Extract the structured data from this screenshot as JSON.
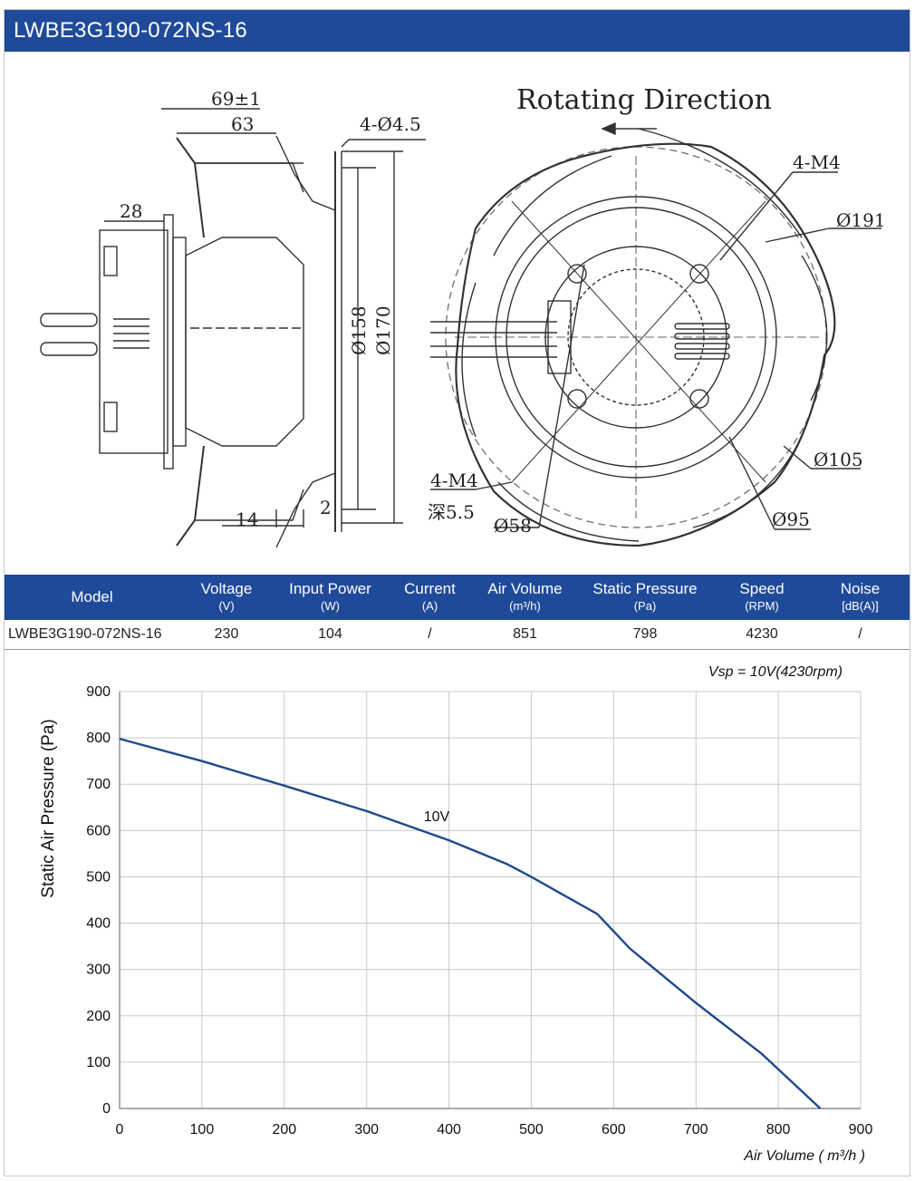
{
  "header": {
    "title": "LWBE3G190-072NS-16"
  },
  "drawing": {
    "rotating_label": "Rotating Direction",
    "side_dims": {
      "overall_length": "69±1",
      "length": "63",
      "holes": "4-Ø4.5",
      "connector_depth": "28",
      "dia_inner": "Ø158",
      "dia_outer": "Ø170",
      "offset_14": "14",
      "offset_2": "2"
    },
    "front_dims": {
      "thread_top": "4-M4",
      "dia_191": "Ø191",
      "dia_105": "Ø105",
      "dia_95": "Ø95",
      "dia_58": "Ø58",
      "thread_bottom": "4-M4",
      "depth": "深5.5"
    }
  },
  "spec_table": {
    "columns": [
      {
        "label": "Model",
        "unit": ""
      },
      {
        "label": "Voltage",
        "unit": "(V)"
      },
      {
        "label": "Input Power",
        "unit": "(W)"
      },
      {
        "label": "Current",
        "unit": "(A)"
      },
      {
        "label": "Air Volume",
        "unit": "(m³/h)"
      },
      {
        "label": "Static Pressure",
        "unit": "(Pa)"
      },
      {
        "label": "Speed",
        "unit": "(RPM)"
      },
      {
        "label": "Noise",
        "unit": "[dB(A)]"
      }
    ],
    "rows": [
      [
        "LWBE3G190-072NS-16",
        "230",
        "104",
        "/",
        "851",
        "798",
        "4230",
        "/"
      ]
    ]
  },
  "chart_data": {
    "type": "line",
    "annotation": "Vsp = 10V(4230rpm)",
    "xlabel": "Air Volume ( m³/h )",
    "ylabel": "Static Air Pressure  (Pa)",
    "xlim": [
      0,
      900
    ],
    "ylim": [
      0,
      900
    ],
    "xticks": [
      0,
      100,
      200,
      300,
      400,
      500,
      600,
      700,
      800,
      900
    ],
    "yticks": [
      0,
      100,
      200,
      300,
      400,
      500,
      600,
      700,
      800,
      900
    ],
    "grid": true,
    "series": [
      {
        "name": "10V",
        "color": "#1f4a8c",
        "x": [
          0,
          100,
          200,
          300,
          400,
          470,
          500,
          540,
          580,
          620,
          700,
          780,
          851
        ],
        "y": [
          798,
          750,
          697,
          642,
          579,
          528,
          500,
          460,
          420,
          345,
          228,
          118,
          0
        ]
      }
    ]
  },
  "colors": {
    "header_bg": "#1f4a9a",
    "line": "#1f4a8c"
  }
}
